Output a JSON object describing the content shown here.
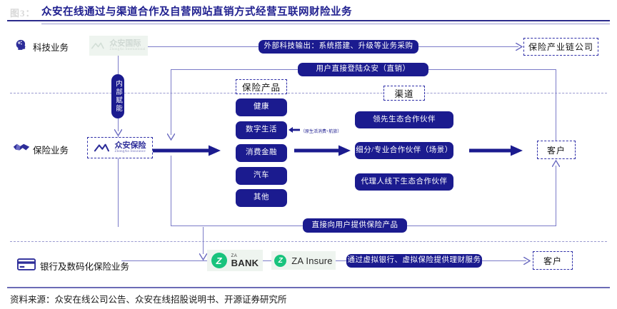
{
  "header": {
    "fig_tag": "图3：",
    "title": "众安在线通过与渠道合作及自营网站直销方式经营互联网财险业务"
  },
  "footer": {
    "source": "资料来源：众安在线公司公告、众安在线招股说明书、开源证券研究所"
  },
  "rows": {
    "tech": {
      "label": "科技业务",
      "icon": "brain-head-icon"
    },
    "insurance": {
      "label": "保险业务",
      "icon": "handshake-icon"
    },
    "bank": {
      "label": "银行及数码化保险业务",
      "icon": "credit-card-icon"
    }
  },
  "logos": {
    "zhongan_international": {
      "cn": "众安国际",
      "en": "ZhongAn International"
    },
    "zhongan_insurance": {
      "cn": "众安保险",
      "en": "ZhongAn Insurance"
    },
    "za_bank": {
      "sup": "ZA",
      "main": "BANK"
    },
    "za_insure": {
      "text": "ZA Insure"
    },
    "z_mark": "Z"
  },
  "flows": {
    "tech_export": "外部科技输出：系统搭建、升级等业务采购",
    "direct_login": "用户直接登陆众安（直销）",
    "internal_empower": "内部赋能",
    "direct_products": "直接向用户提供保险产品",
    "virtual_services": "通过虚拟银行、虚拟保险提供理财服务"
  },
  "products": {
    "header": "保险产品",
    "items": [
      "健康",
      "数字生活",
      "消费金融",
      "汽车",
      "其他"
    ],
    "note": "（原生活消费+航旅）"
  },
  "channels": {
    "header": "渠道",
    "items": [
      "领先生态合作伙伴",
      "细分/专业合作伙伴（场景）",
      "代理人线下生态合作伙伴"
    ]
  },
  "endpoints": {
    "industry_chain": "保险产业链公司",
    "customer_mid": "客户",
    "customer_bottom": "客户"
  },
  "colors": {
    "brand_blue": "#1b1b8f",
    "line_blue": "#7b7bc8",
    "title_blue": "#1f1f8f",
    "za_green": "#19c37d"
  }
}
